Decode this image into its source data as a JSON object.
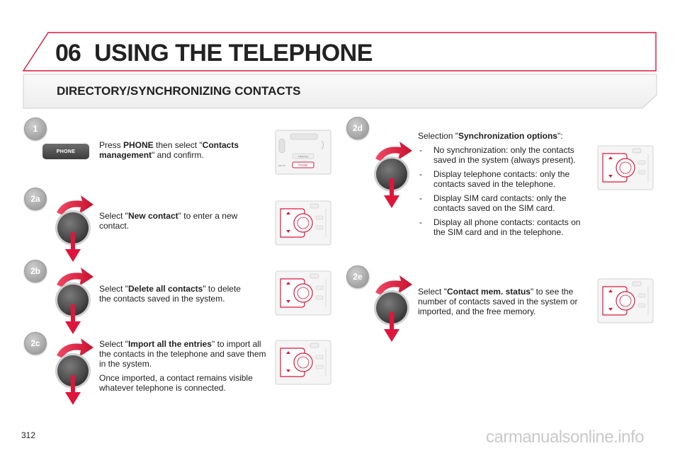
{
  "header": {
    "chapter_number": "06",
    "chapter_title": "USING THE TELEPHONE",
    "section_title": "DIRECTORY/SYNCHRONIZING CONTACTS"
  },
  "steps": {
    "s1": {
      "badge": "1",
      "button_label": "PHONE",
      "t1": "Press ",
      "b1": "PHONE",
      "t2": " then select \"",
      "b2": "Contacts management",
      "t3": "\" and confirm."
    },
    "s2a": {
      "badge": "2a",
      "t1": "Select \"",
      "b1": "New contact",
      "t2": "\" to enter a new contact."
    },
    "s2b": {
      "badge": "2b",
      "t1": "Select \"",
      "b1": "Delete all contacts",
      "t2": "\" to delete the contacts saved in the system."
    },
    "s2c": {
      "badge": "2c",
      "t1": "Select \"",
      "b1": "Import all the entries",
      "t2": "\" to import all the contacts in the telephone and save them in the system.",
      "p2": "Once imported, a contact remains visible whatever telephone is connected."
    },
    "s2d": {
      "badge": "2d",
      "t1": "Selection \"",
      "b1": "Synchronization options",
      "t2": "\":",
      "items": [
        "No synchronization: only the contacts saved in the system (always present).",
        "Display telephone contacts: only the contacts saved in the telephone.",
        "Display SIM card contacts: only the contacts saved on the SIM card.",
        "Display all phone contacts: contacts on the SIM card and in the telephone."
      ]
    },
    "s2e": {
      "badge": "2e",
      "t1": "Select \"",
      "b1": "Contact mem. status",
      "t2": "\" to see the number of contacts saved in the system or imported, and the free memory."
    }
  },
  "console_labels": {
    "traffic": "TRAFFIC",
    "phone": "PHONE",
    "setup": "SETUP"
  },
  "footer": {
    "page_number": "312",
    "watermark": "carmanualsonline.info"
  },
  "colors": {
    "accent": "#e0153c",
    "knob": "#5c5c5c",
    "badge": "#a5a5a5"
  }
}
